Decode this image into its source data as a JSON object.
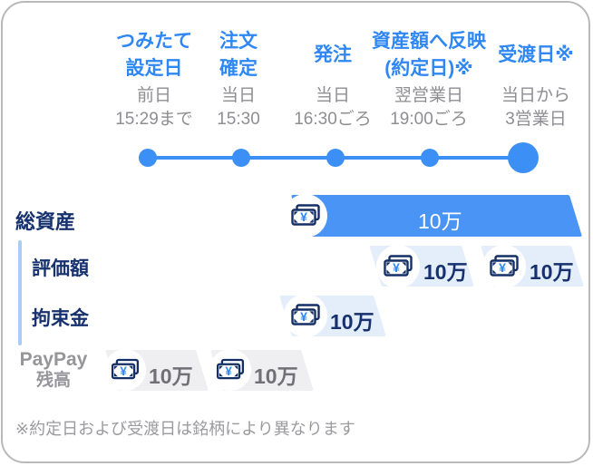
{
  "colors": {
    "accent_blue": "#2f87f3",
    "timeline_blue": "#3c90f5",
    "bar_blue": "#4a94f5",
    "bar_light_blue": "#e4eefb",
    "bar_gray": "#efeff1",
    "navy_text": "#16316d",
    "gray_text": "#8e8e93",
    "paypay_gray": "#95959a",
    "footer_gray": "#9b9b9f",
    "icon_outline_navy": "#132f66"
  },
  "timeline": {
    "steps": [
      {
        "title_lines": [
          "つみたて",
          "設定日"
        ],
        "sub1": "前日",
        "sub2": "15:29まで"
      },
      {
        "title_lines": [
          "注文",
          "確定"
        ],
        "sub1": "当日",
        "sub2": "15:30"
      },
      {
        "title_lines": [
          "発注"
        ],
        "sub1": "当日",
        "sub2": "16:30ごろ"
      },
      {
        "title_lines": [
          "資産額へ反映",
          "(約定日)※"
        ],
        "sub1": "翌営業日",
        "sub2": "19:00ごろ"
      },
      {
        "title_lines": [
          "受渡日※"
        ],
        "sub1": "当日から",
        "sub2": "3営業日"
      }
    ]
  },
  "rows": {
    "total": {
      "label": "総資産",
      "bars": [
        {
          "value": "10万"
        }
      ]
    },
    "valuation": {
      "label": "評価額",
      "bars": [
        {
          "value": "10万"
        },
        {
          "value": "10万"
        }
      ]
    },
    "restricted": {
      "label": "拘束金",
      "bars": [
        {
          "value": "10万"
        }
      ]
    },
    "paypay": {
      "label_lines": [
        "PayPay",
        "残高"
      ],
      "bars": [
        {
          "value": "10万"
        },
        {
          "value": "10万"
        }
      ]
    }
  },
  "footer": {
    "note": "※約定日および受渡日は銘柄により異なります"
  }
}
